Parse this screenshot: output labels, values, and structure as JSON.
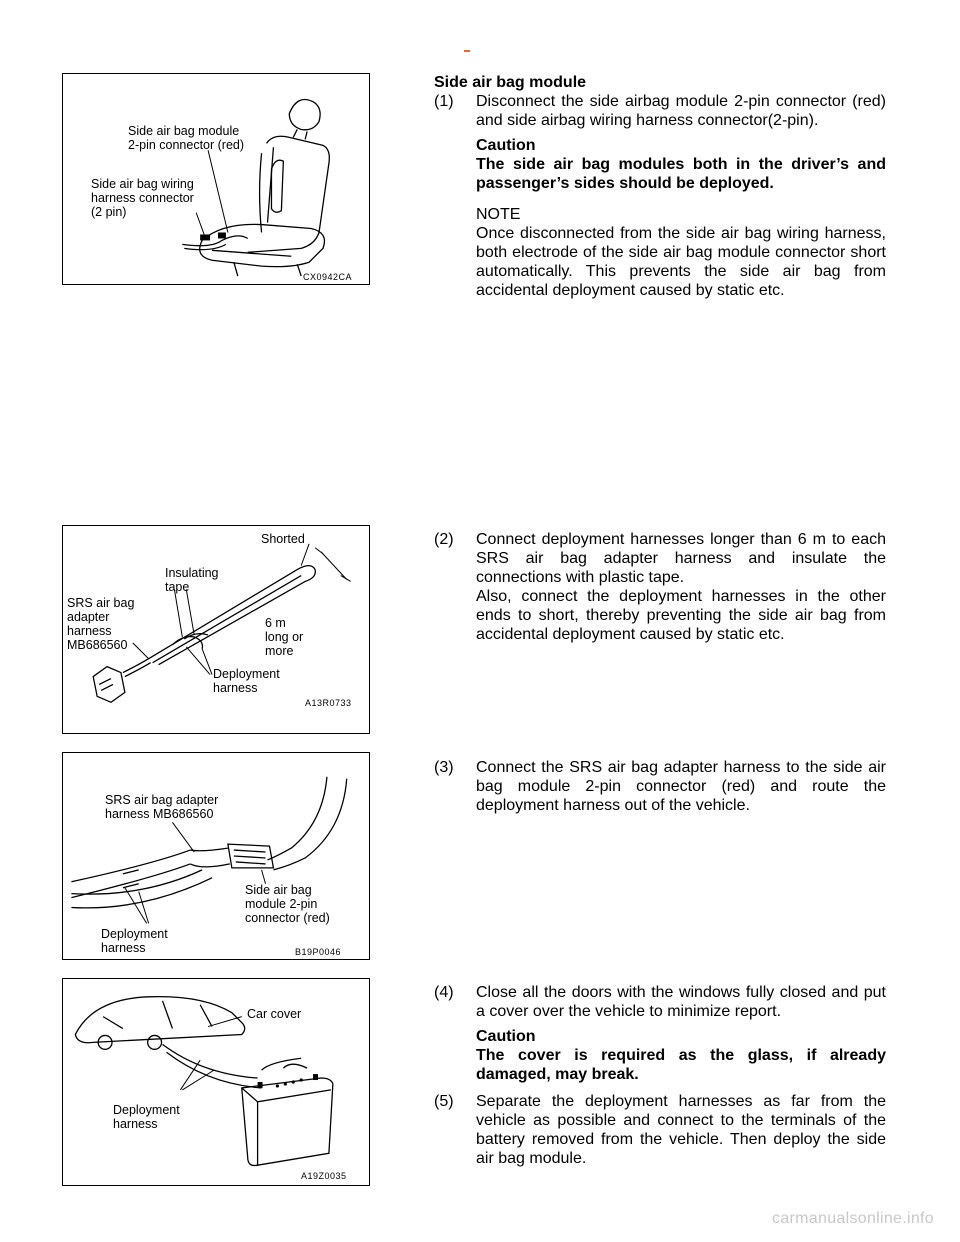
{
  "figures": [
    {
      "labels": [
        "Side air bag module\n2-pin connector (red)",
        "Side air bag wiring\nharness connector\n(2 pin)"
      ],
      "code": "CX0942CA"
    },
    {
      "labels": [
        "Shorted",
        "Insulating\ntape",
        "SRS air bag\nadapter\nharness\nMB686560",
        "6 m\nlong or\nmore",
        "Deployment\nharness"
      ],
      "code": "A13R0733"
    },
    {
      "labels": [
        "SRS air bag adapter\nharness  MB686560",
        "Side air bag\nmodule 2-pin\nconnector (red)",
        "Deployment\nharness"
      ],
      "code": "B19P0046"
    },
    {
      "labels": [
        "Car cover",
        "Deployment\nharness"
      ],
      "code": "A19Z0035"
    }
  ],
  "section1": {
    "heading": "Side air bag module",
    "step1": {
      "num": "(1)",
      "text": "Disconnect the side airbag module 2-pin connector (red) and side airbag wiring harness connector(2-pin)."
    },
    "caution_label": "Caution",
    "caution_text": "The side air bag modules both in the driver’s and passenger’s sides should be deployed.",
    "note_label": "NOTE",
    "note_text": "Once disconnected from the side air bag wiring harness, both electrode of the side air bag module connector short automatically. This prevents the side air bag from accidental deployment caused by static etc."
  },
  "step2": {
    "num": "(2)",
    "text1": "Connect deployment harnesses longer than 6 m to each SRS air bag adapter harness and insulate the connections with plastic tape.",
    "text2": "Also, connect the deployment harnesses in the other ends to short, thereby preventing the side air bag from accidental deployment caused by static etc."
  },
  "step3": {
    "num": "(3)",
    "text": "Connect the SRS air bag adapter harness to the side air bag module 2-pin connector (red) and route the deployment harness out of the vehicle."
  },
  "step4": {
    "num": "(4)",
    "text": "Close all the doors with the windows fully closed and put a cover over the vehicle to minimize report.",
    "caution_label": "Caution",
    "caution_text": "The cover is required as the glass, if already damaged, may break."
  },
  "step5": {
    "num": "(5)",
    "text": "Separate the deployment harnesses as far from the vehicle as possible and connect to the terminals of the battery removed from the vehicle. Then deploy the side air bag module."
  },
  "footer": "carmanualsonline.info"
}
